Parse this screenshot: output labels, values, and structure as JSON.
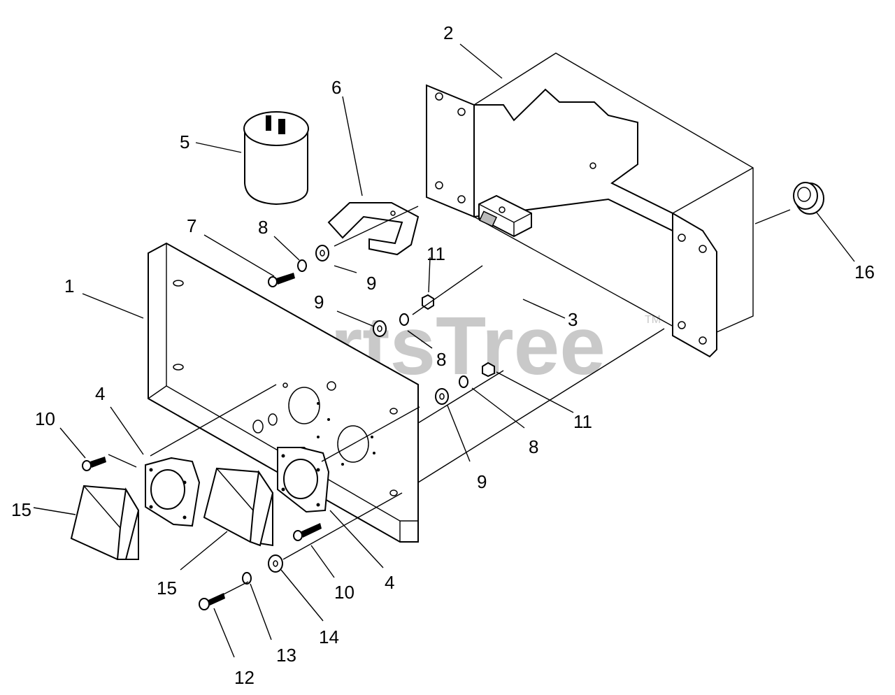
{
  "watermark": {
    "text": "PartsTree",
    "tm": "TM"
  },
  "callouts": [
    {
      "id": "c1",
      "text": "1"
    },
    {
      "id": "c2",
      "text": "2"
    },
    {
      "id": "c3",
      "text": "3"
    },
    {
      "id": "c4a",
      "text": "4"
    },
    {
      "id": "c4b",
      "text": "4"
    },
    {
      "id": "c5",
      "text": "5"
    },
    {
      "id": "c6",
      "text": "6"
    },
    {
      "id": "c7",
      "text": "7"
    },
    {
      "id": "c8a",
      "text": "8"
    },
    {
      "id": "c8b",
      "text": "8"
    },
    {
      "id": "c8c",
      "text": "8"
    },
    {
      "id": "c9a",
      "text": "9"
    },
    {
      "id": "c9b",
      "text": "9"
    },
    {
      "id": "c9c",
      "text": "9"
    },
    {
      "id": "c10a",
      "text": "10"
    },
    {
      "id": "c10b",
      "text": "10"
    },
    {
      "id": "c11a",
      "text": "11"
    },
    {
      "id": "c11b",
      "text": "11"
    },
    {
      "id": "c12",
      "text": "12"
    },
    {
      "id": "c13",
      "text": "13"
    },
    {
      "id": "c14",
      "text": "14"
    },
    {
      "id": "c15a",
      "text": "15"
    },
    {
      "id": "c15b",
      "text": "15"
    },
    {
      "id": "c16",
      "text": "16"
    }
  ]
}
